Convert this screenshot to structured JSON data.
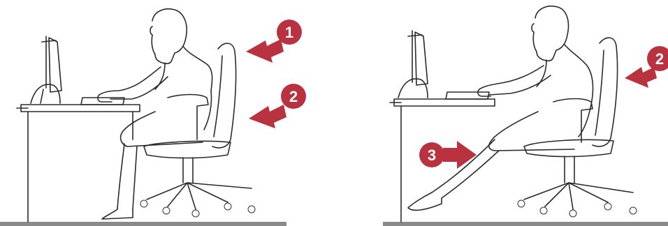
{
  "left_panel": {
    "markers": [
      {
        "label": "1",
        "target": "head"
      },
      {
        "label": "2",
        "target": "backrest"
      }
    ]
  },
  "right_panel": {
    "markers": [
      {
        "label": "2",
        "target": "backrest"
      },
      {
        "label": "3",
        "target": "legs"
      }
    ]
  },
  "colors": {
    "marker": "#b8323f",
    "line": "#2b2b2b",
    "floor": "#8a8a8a"
  }
}
